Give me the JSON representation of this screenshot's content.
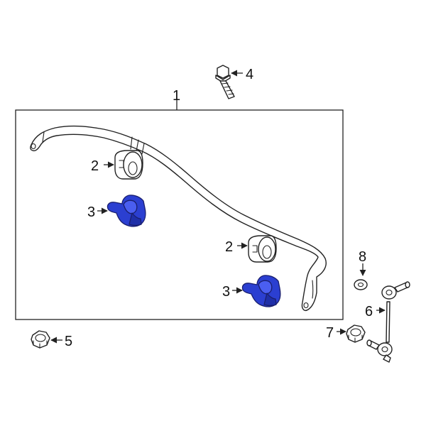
{
  "callouts": {
    "stabilizer_bar": "1",
    "bushing_upper": "2",
    "bushing_lower": "2",
    "bracket_left": "3",
    "bracket_right": "3",
    "bolt": "4",
    "nut_left": "5",
    "stabilizer_link": "6",
    "nut_link": "7",
    "washer": "8"
  },
  "colors": {
    "outline": "#222222",
    "highlight": "#2b3fd1"
  }
}
